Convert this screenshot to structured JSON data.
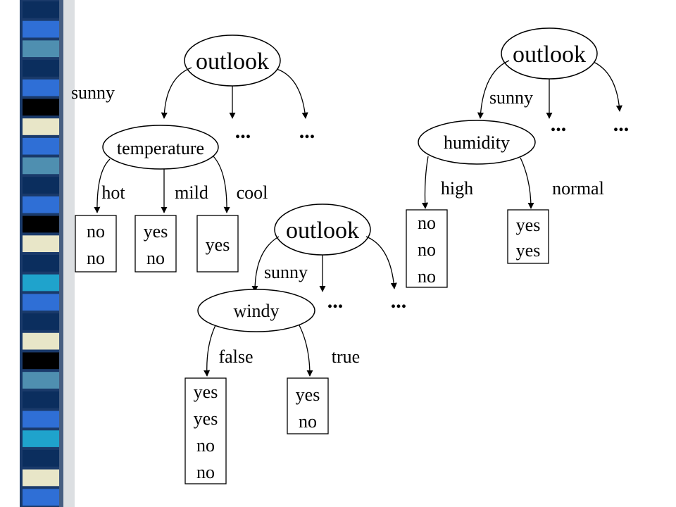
{
  "stripe_colors": {
    "navy": "#0b2e5e",
    "blue": "#2f6fd6",
    "teal": "#4f8fb0",
    "cream": "#e8e6c8",
    "black": "#000000",
    "cyan": "#1fa3cc"
  },
  "trees": {
    "temperature": {
      "root": "outlook",
      "branch": "sunny",
      "dots": [
        "...",
        "..."
      ],
      "node": "temperature",
      "edges": [
        "hot",
        "mild",
        "cool"
      ],
      "leaves": [
        [
          "no",
          "no"
        ],
        [
          "yes",
          "no"
        ],
        [
          "yes"
        ]
      ]
    },
    "humidity": {
      "root": "outlook",
      "branch": "sunny",
      "dots": [
        "...",
        "..."
      ],
      "node": "humidity",
      "edges": [
        "high",
        "normal"
      ],
      "leaves": [
        [
          "no",
          "no",
          "no"
        ],
        [
          "yes",
          "yes"
        ]
      ]
    },
    "windy": {
      "root": "outlook",
      "branch": "sunny",
      "dots": [
        "...",
        "..."
      ],
      "node": "windy",
      "edges": [
        "false",
        "true"
      ],
      "leaves": [
        [
          "yes",
          "yes",
          "no",
          "no"
        ],
        [
          "yes",
          "no"
        ]
      ]
    }
  }
}
